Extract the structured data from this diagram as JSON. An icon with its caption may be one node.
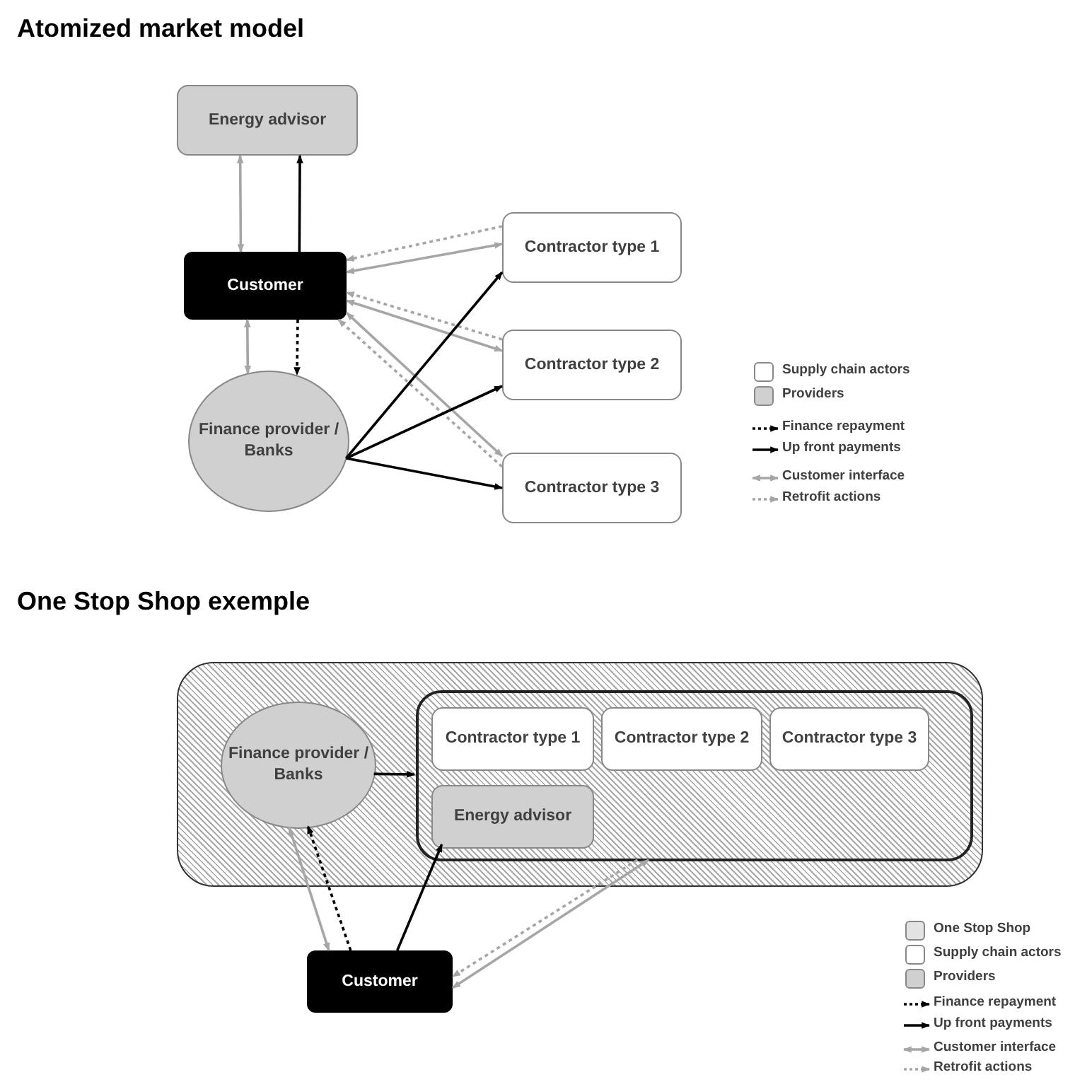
{
  "diagram": {
    "title": "Atomized market model",
    "nodes": [
      {
        "text": [
          "Energy advisor"
        ]
      },
      {
        "text": [
          "Customer"
        ]
      },
      {
        "text": [
          "Finance provider / Banks"
        ]
      },
      {
        "text": [
          "Contractor type 1"
        ]
      },
      {
        "text": [
          "Contractor type 2"
        ]
      },
      {
        "text": [
          "Contractor type 3"
        ]
      },
      {
        "text": [],
        "shape": "box"
      },
      {
        "text": [],
        "shape": "box",
        "in": 6
      },
      {
        "text": [
          "Finance provider / Banks"
        ],
        "in": 6
      },
      {
        "text": [
          "Contractor type 1"
        ],
        "in": 7
      },
      {
        "text": [
          "Contractor type 2"
        ],
        "in": 7
      },
      {
        "text": [
          "Contractor type 3"
        ],
        "in": 7
      },
      {
        "text": [
          "Energy advisor"
        ],
        "in": 7
      },
      {
        "text": [
          "Customer"
        ]
      }
    ],
    "edges": [
      {
        "from": 1,
        "to": 0,
        "arrow": "both"
      },
      {
        "from": 1,
        "to": 0,
        "arrow": "to",
        "color": "#000000"
      },
      {
        "from": 1,
        "to": 2,
        "arrow": "both"
      },
      {
        "from": 1,
        "to": 2,
        "arrow": "to",
        "style": "dashed",
        "color": "#000000"
      },
      {
        "from": 3,
        "to": 1,
        "arrow": "to",
        "style": "dashed"
      },
      {
        "from": 1,
        "to": 3,
        "arrow": "both"
      },
      {
        "from": 4,
        "to": 1,
        "arrow": "to",
        "style": "dashed"
      },
      {
        "from": 1,
        "to": 4,
        "arrow": "both"
      },
      {
        "from": 5,
        "to": 1,
        "arrow": "to",
        "style": "dashed"
      },
      {
        "from": 1,
        "to": 5,
        "arrow": "both"
      },
      {
        "from": 2,
        "to": 3,
        "arrow": "to",
        "color": "#000000"
      },
      {
        "from": 2,
        "to": 4,
        "arrow": "to",
        "color": "#000000"
      },
      {
        "from": 2,
        "to": 5,
        "arrow": "to",
        "color": "#000000"
      },
      {
        "from": 13,
        "to": 8,
        "arrow": "both"
      },
      {
        "from": 13,
        "to": 8,
        "arrow": "to",
        "style": "dashed",
        "color": "#000000"
      },
      {
        "from": 13,
        "to": 12,
        "arrow": "to",
        "color": "#000000"
      },
      {
        "from": 8,
        "to": 7,
        "arrow": "to",
        "color": "#000000"
      },
      {
        "from": 7,
        "to": 13,
        "arrow": "to",
        "style": "dashed"
      },
      {
        "from": 7,
        "to": 13,
        "arrow": "both"
      }
    ],
    "labels": [
      "One Stop Shop exemple"
    ],
    "legend": [
      {
        "text": "Supply chain actors",
        "color": "#ffffff"
      },
      {
        "text": "Providers",
        "color": "#d0d0d0"
      },
      {
        "text": "Finance repayment"
      },
      {
        "text": "Up front payments"
      },
      {
        "text": "Customer interface"
      },
      {
        "text": "Retrofit actions"
      },
      {
        "text": "One Stop Shop",
        "color": "#e3e3e3"
      },
      {
        "text": "Supply chain actors",
        "color": "#ffffff"
      },
      {
        "text": "Providers",
        "color": "#d0d0d0"
      },
      {
        "text": "Finance repayment"
      },
      {
        "text": "Up front payments"
      },
      {
        "text": "Customer interface"
      },
      {
        "text": "Retrofit actions"
      }
    ]
  }
}
